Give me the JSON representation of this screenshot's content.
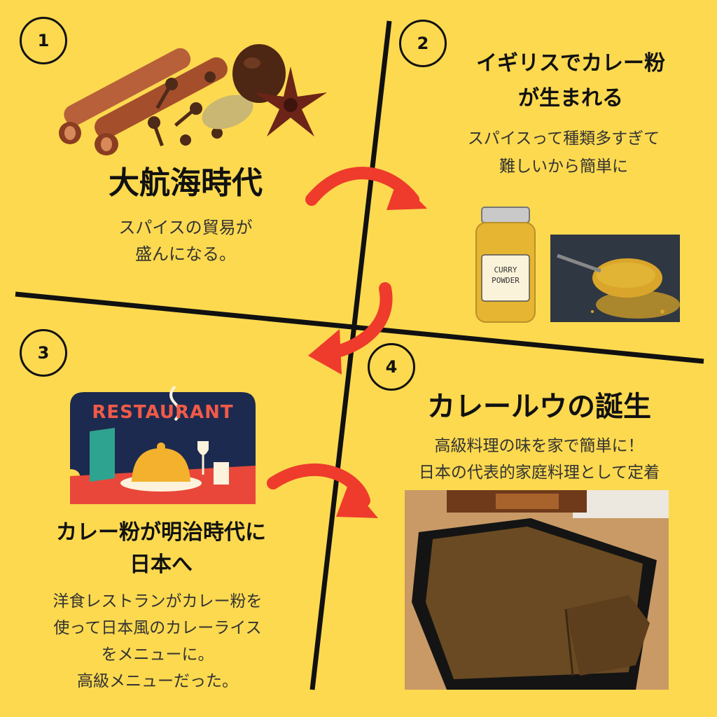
{
  "theme": {
    "background": "#fcd94f",
    "line": "#111111",
    "arrow": "#ee3b2c"
  },
  "step1": {
    "number": "1",
    "title": "大航海時代",
    "body": [
      "スパイスの貿易が",
      "盛んになる。"
    ]
  },
  "step2": {
    "number": "2",
    "title": [
      "イギリスでカレー粉",
      "が生まれる"
    ],
    "body": [
      "スパイスって種類多すぎて",
      "難しいから簡単に"
    ],
    "jar_label": [
      "CURRY",
      "POWDER"
    ]
  },
  "step3": {
    "number": "3",
    "sign": "RESTAURANT",
    "title": [
      "カレー粉が明治時代に",
      "日本へ"
    ],
    "body": [
      "洋食レストランがカレー粉を",
      "使って日本風のカレーライス",
      "をメニューに。",
      "高級メニューだった。"
    ]
  },
  "step4": {
    "number": "4",
    "title": "カレールウの誕生",
    "body": [
      "高級料理の味を家で簡単に！",
      "日本の代表的家庭料理として定着"
    ]
  }
}
